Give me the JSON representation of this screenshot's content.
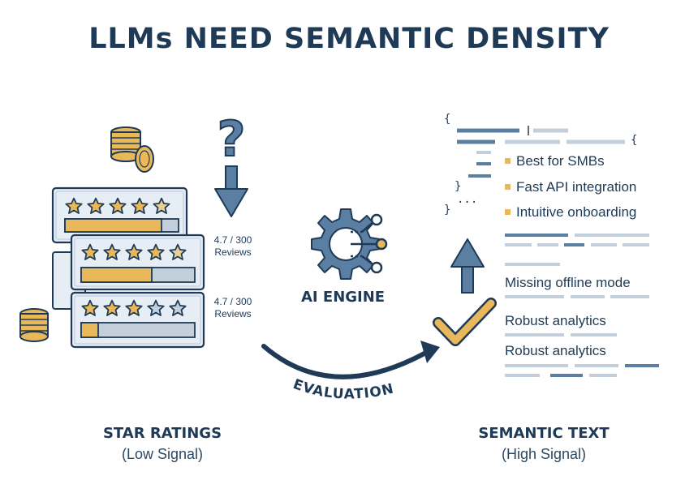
{
  "title": "LLMs NEED SEMANTIC DENSITY",
  "left_panel": {
    "cards": [
      {
        "rating_stars": 4.5,
        "bar_fill": 0.85
      },
      {
        "rating_stars": 4.5,
        "bar_fill": 0.62,
        "reviews_text": "4.7 / 300\nReviews"
      },
      {
        "rating_stars": 3,
        "bar_fill": 0.15,
        "reviews_text": "4.7 / 300\nReviews"
      }
    ],
    "question_mark": "?",
    "caption_title": "STAR RATINGS",
    "caption_sub": "(Low Signal)"
  },
  "center": {
    "engine_label": "AI ENGINE",
    "evaluation_label": "EVALUATION"
  },
  "right_panel": {
    "json_open": "{",
    "json_close": "}",
    "json_inner_close": "}",
    "json_ellipsis": "...",
    "bullets": [
      "Best for SMBs",
      "Fast API integration",
      "Intuitive onboarding"
    ],
    "lines": [
      "Missing offline mode",
      "Robust analytics",
      "Robust analytics"
    ],
    "caption_title": "SEMANTIC TEXT",
    "caption_sub": "(High Signal)"
  },
  "colors": {
    "navy": "#1f3a56",
    "steel": "#5b7fa3",
    "gold": "#e8b85a",
    "card_bg": "#e6edf5",
    "line_gray": "#c3cfdb"
  },
  "icons": [
    "coin-stack-icon",
    "question-mark-icon",
    "down-arrow-icon",
    "star-icon",
    "gear-network-icon",
    "curved-arrow-icon",
    "checkmark-icon",
    "up-arrow-icon"
  ]
}
